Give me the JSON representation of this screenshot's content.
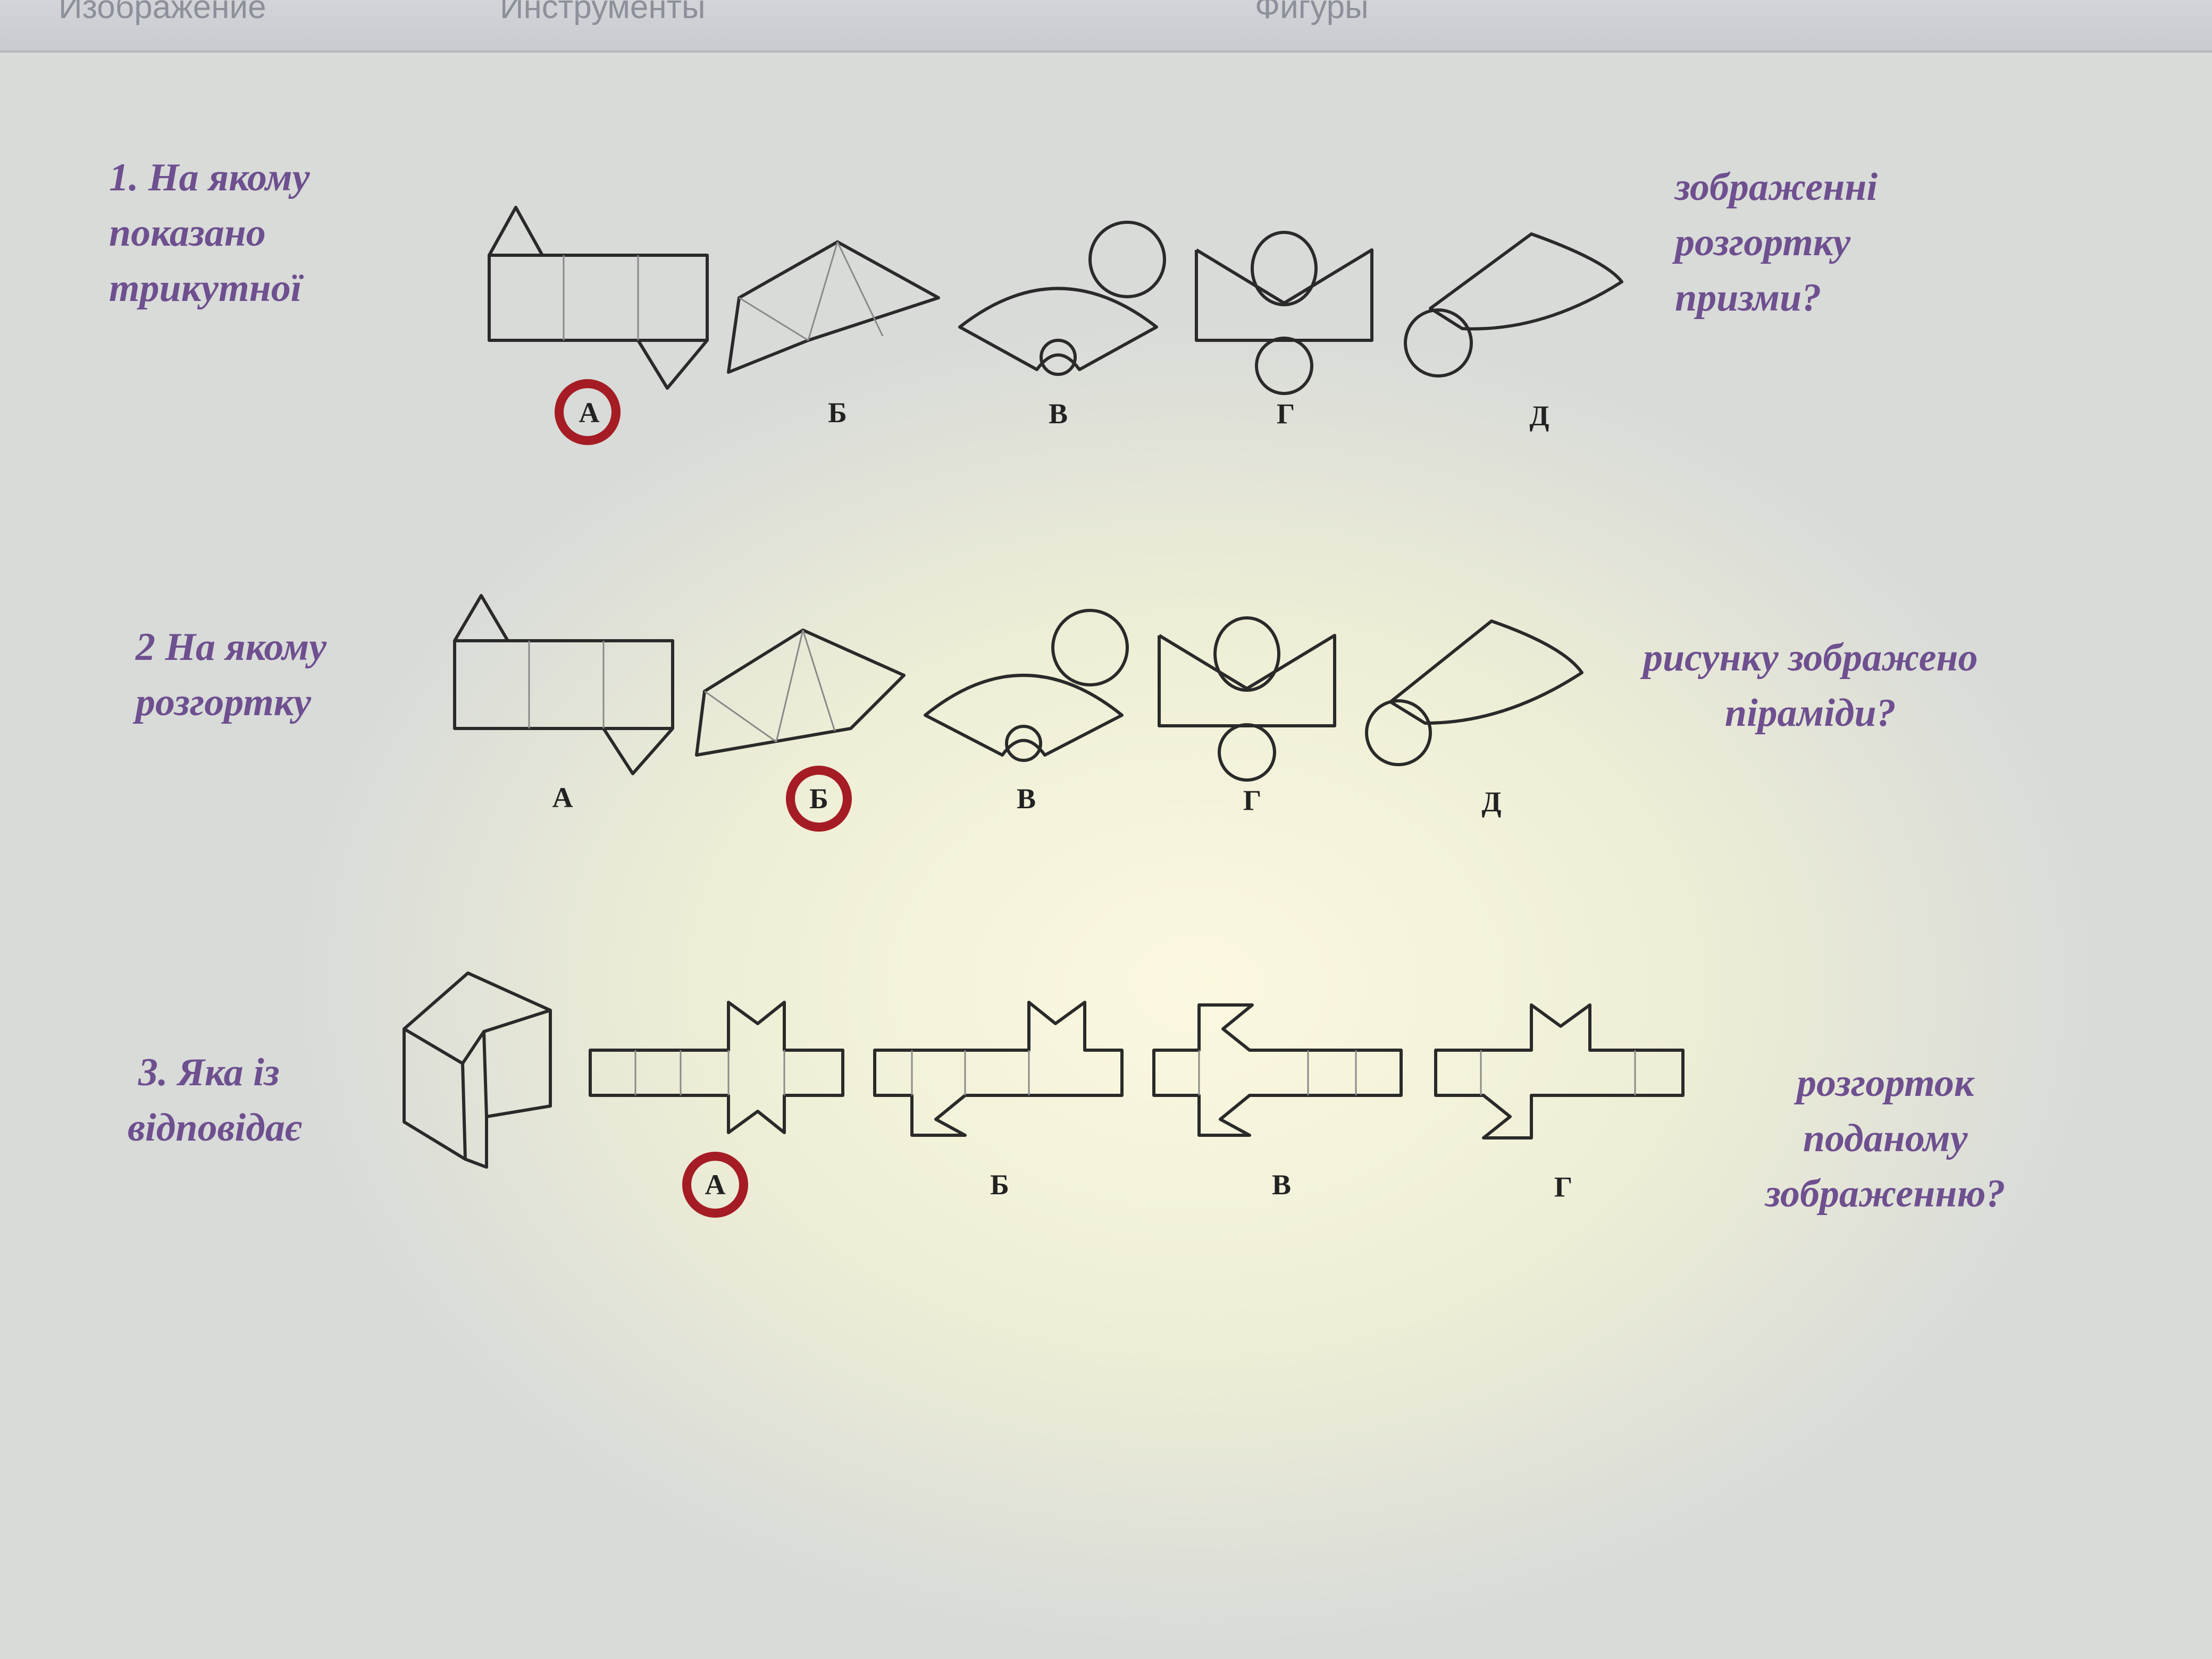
{
  "window_menu": [
    "Изображение",
    "Инструменты",
    "Фигуры"
  ],
  "questions": [
    {
      "left_lines": [
        "1. На якому",
        "показано",
        "трикутної"
      ],
      "right_lines": [
        "зображенні",
        "розгортку",
        "призми?"
      ],
      "options": [
        "А",
        "Б",
        "В",
        "Г",
        "Д"
      ],
      "circled_answer": "А"
    },
    {
      "left_lines": [
        "2 На якому",
        "розгортку"
      ],
      "right_lines": [
        "рисунку зображено",
        "піраміди?"
      ],
      "options": [
        "А",
        "Б",
        "В",
        "Г",
        "Д"
      ],
      "circled_answer": "Б"
    },
    {
      "left_lines": [
        "3. Яка із",
        "відповідає"
      ],
      "right_lines": [
        "розгорток",
        "поданому",
        "зображенню?"
      ],
      "options": [
        "А",
        "Б",
        "В",
        "Г"
      ],
      "circled_answer": "А"
    }
  ],
  "colors": {
    "question_text": "#6e4f8f",
    "answer_circle": "#a51c24"
  }
}
